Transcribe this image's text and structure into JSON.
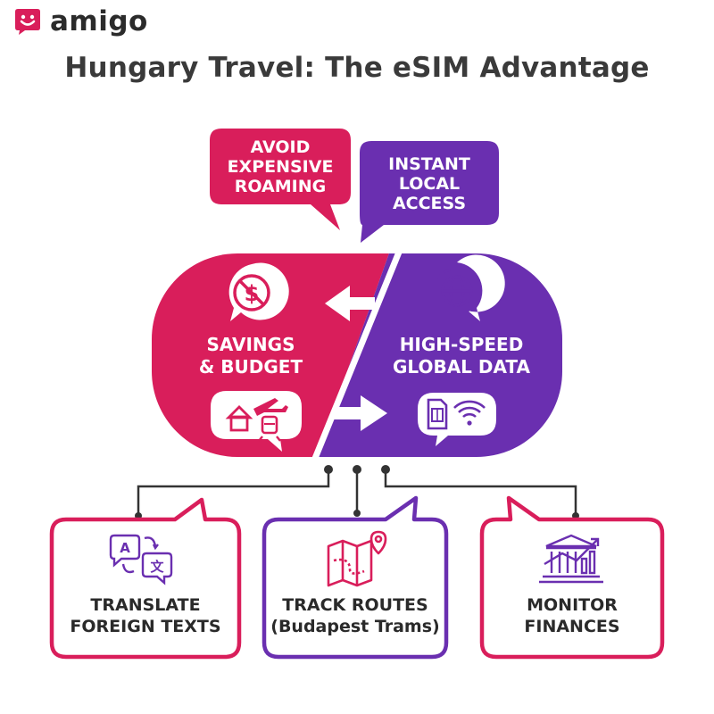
{
  "brand": {
    "name": "amigo"
  },
  "title": "Hungary Travel: The eSIM Advantage",
  "colors": {
    "pink": "#d91e5b",
    "purple": "#6a2fb0",
    "text": "#2a2a2a"
  },
  "top_bubbles": [
    {
      "lines": [
        "AVOID",
        "EXPENSIVE",
        "ROAMING"
      ]
    },
    {
      "lines": [
        "INSTANT",
        "LOCAL",
        "ACCESS"
      ]
    }
  ],
  "panels": {
    "left": {
      "lines": [
        "SAVINGS",
        "& BUDGET"
      ],
      "icons": [
        "no-dollar-icon",
        "house-icon",
        "airplane-icon",
        "tram-icon"
      ]
    },
    "right": {
      "lines": [
        "HIGH-SPEED",
        "GLOBAL DATA"
      ],
      "icons": [
        "globe-icon",
        "sim-card-icon",
        "wifi-icon"
      ]
    }
  },
  "cards": [
    {
      "lines": [
        "TRANSLATE",
        "FOREIGN TEXTS"
      ],
      "icon": "translate-icon"
    },
    {
      "lines": [
        "TRACK ROUTES",
        "(Budapest Trams)"
      ],
      "icon": "map-route-icon"
    },
    {
      "lines": [
        "MONITOR",
        "FINANCES"
      ],
      "icon": "finance-chart-icon"
    }
  ]
}
